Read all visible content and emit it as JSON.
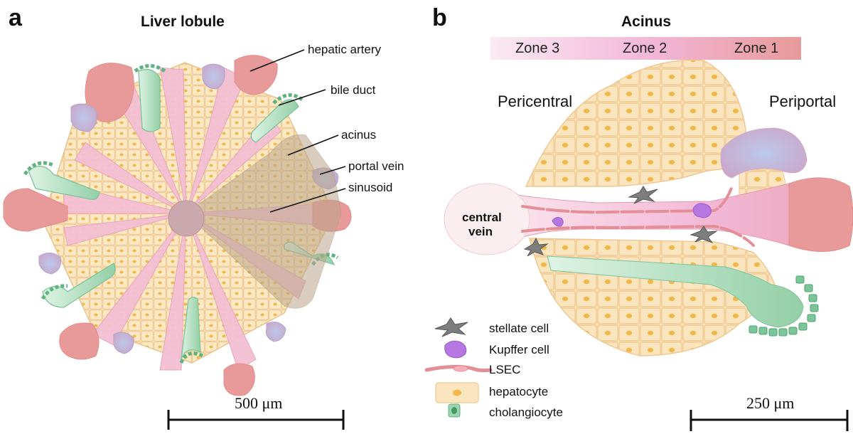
{
  "panel_a": {
    "letter": "a",
    "title": "Liver lobule",
    "labels": {
      "hepatic_artery": "hepatic artery",
      "bile_duct": "bile duct",
      "acinus": "acinus",
      "portal_vein": "portal vein",
      "sinusoid": "sinusoid"
    },
    "scale_bar": "500 μm"
  },
  "panel_b": {
    "letter": "b",
    "title": "Acinus",
    "zones": [
      "Zone 3",
      "Zone 2",
      "Zone 1"
    ],
    "pericentral": "Pericentral",
    "periportal": "Periportal",
    "central_vein_line1": "central",
    "central_vein_line2": "vein",
    "scale_bar": "250 μm"
  },
  "legend": [
    {
      "label": "stellate cell",
      "icon": "stellate-cell-icon"
    },
    {
      "label": "Kupffer cell",
      "icon": "kupffer-cell-icon"
    },
    {
      "label": "LSEC",
      "icon": "lsec-icon"
    },
    {
      "label": "hepatocyte",
      "icon": "hepatocyte-icon"
    },
    {
      "label": "cholangiocyte",
      "icon": "cholangiocyte-icon"
    }
  ],
  "colors": {
    "artery": "#e89a9a",
    "portal_vein": "#b7b6dd",
    "bile_duct": "#a9d6b5",
    "cholangiocyte": "#7cc49a",
    "hepatocyte": "#f7ddb2",
    "hepatocyte_nucleus": "#f2b84a",
    "sinusoid": "#f3bfd3",
    "central_vein": "#c9a9ad",
    "acinus_overlay": "#b9a68a",
    "zone_gradient": [
      "#fbeaf2",
      "#f2b8d8",
      "#e89a9a"
    ]
  }
}
